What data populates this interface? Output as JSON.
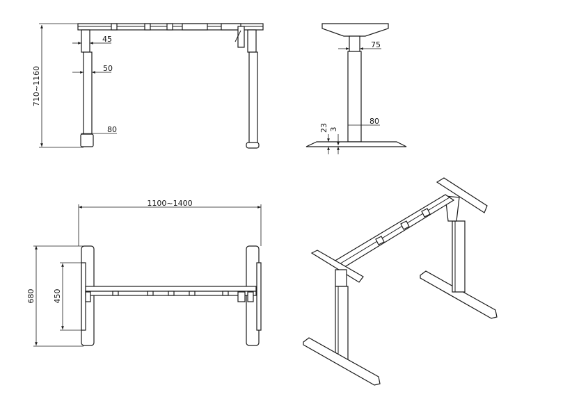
{
  "views": {
    "front": {
      "name": "front-view",
      "dims": {
        "height_range": "710~1160",
        "upper_tube": "45",
        "lower_tube": "50",
        "foot": "80"
      }
    },
    "side": {
      "name": "side-view",
      "dims": {
        "upper_tube": "75",
        "lower_tube": "80",
        "foot_height": "23",
        "pad_height": "3"
      }
    },
    "top": {
      "name": "top-view",
      "dims": {
        "width_range": "1100~1400",
        "depth": "680",
        "inner_depth": "450"
      }
    },
    "iso": {
      "name": "isometric-view"
    }
  },
  "colors": {
    "line": "#1a1a1a",
    "background": "#ffffff"
  }
}
